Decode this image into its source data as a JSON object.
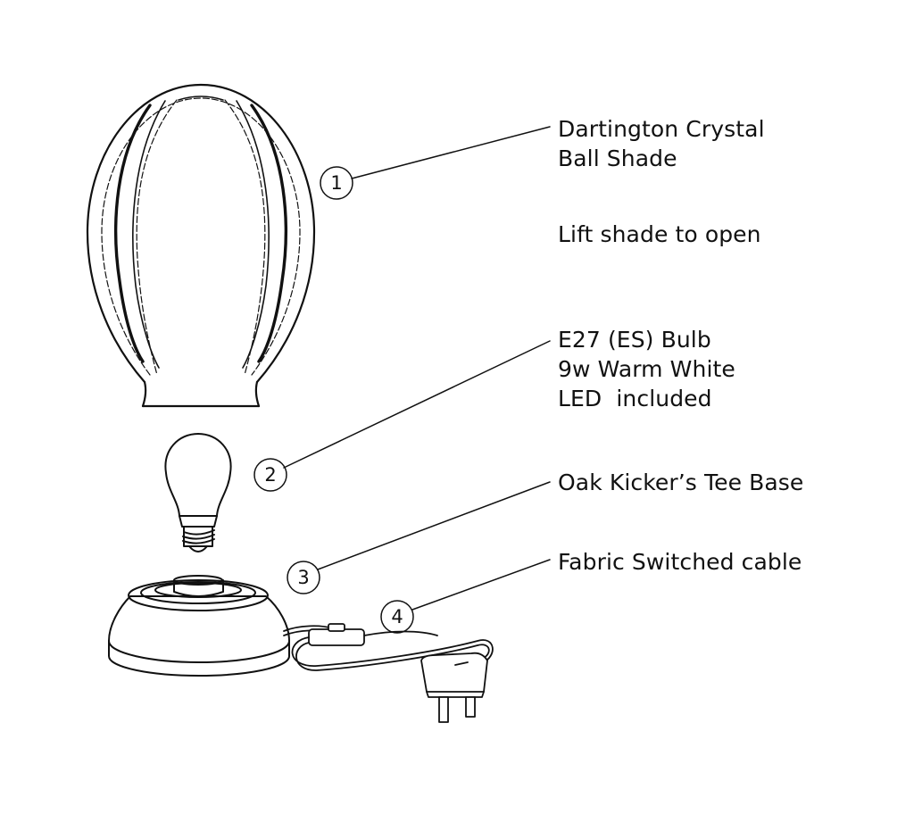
{
  "callouts": [
    {
      "number": "1",
      "lines": [
        "Dartington Crystal",
        "Ball Shade"
      ]
    },
    {
      "number": "2",
      "lines": [
        "E27 (ES) Bulb",
        "9w Warm White",
        "LED  included"
      ]
    },
    {
      "number": "3",
      "lines": [
        "Oak Kicker’s Tee Base"
      ]
    },
    {
      "number": "4",
      "lines": [
        "Fabric Switched cable"
      ]
    }
  ],
  "note": "Lift shade to open",
  "colors": {
    "ink": "#111111",
    "background": "#ffffff"
  }
}
